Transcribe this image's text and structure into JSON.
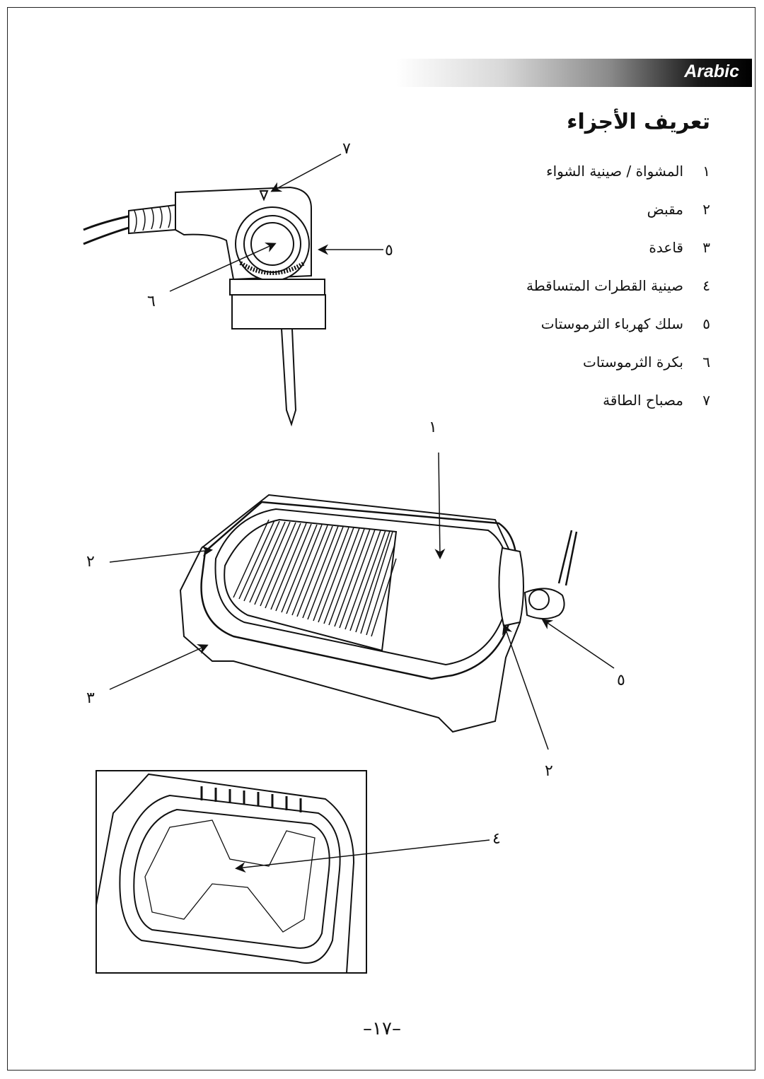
{
  "header": {
    "language_label": "Arabic"
  },
  "section": {
    "title": "تعريف الأجزاء"
  },
  "parts": [
    {
      "num": "١",
      "label": "المشواة / صينية الشواء"
    },
    {
      "num": "٢",
      "label": "مقبض"
    },
    {
      "num": "٣",
      "label": "قاعدة"
    },
    {
      "num": "٤",
      "label": "صينية القطرات المتساقطة"
    },
    {
      "num": "٥",
      "label": "سلك كهرباء الثرموستات"
    },
    {
      "num": "٦",
      "label": "بكرة الثرموستات"
    },
    {
      "num": "٧",
      "label": "مصباح الطاقة"
    }
  ],
  "callouts": {
    "thermostat_power_light": "٧",
    "thermostat_cord": "٥",
    "thermostat_knob": "٦",
    "grill_plate": "١",
    "handle_left": "٢",
    "base": "٣",
    "cord_right": "٥",
    "handle_right": "٢",
    "drip_tray": "٤"
  },
  "footer": {
    "page_number": "–١٧–"
  }
}
